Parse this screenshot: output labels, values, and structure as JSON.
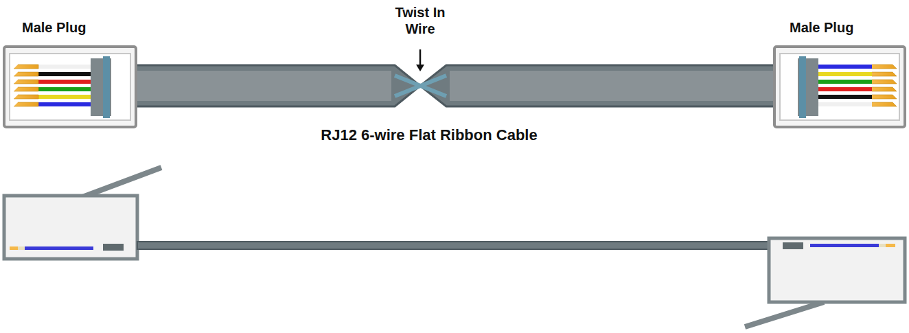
{
  "diagram": {
    "labels": [
      "Male Plug",
      "Twist In Wire",
      "Male Plug",
      "RJ12 6-wire Flat Ribbon Cable"
    ]
  }
}
